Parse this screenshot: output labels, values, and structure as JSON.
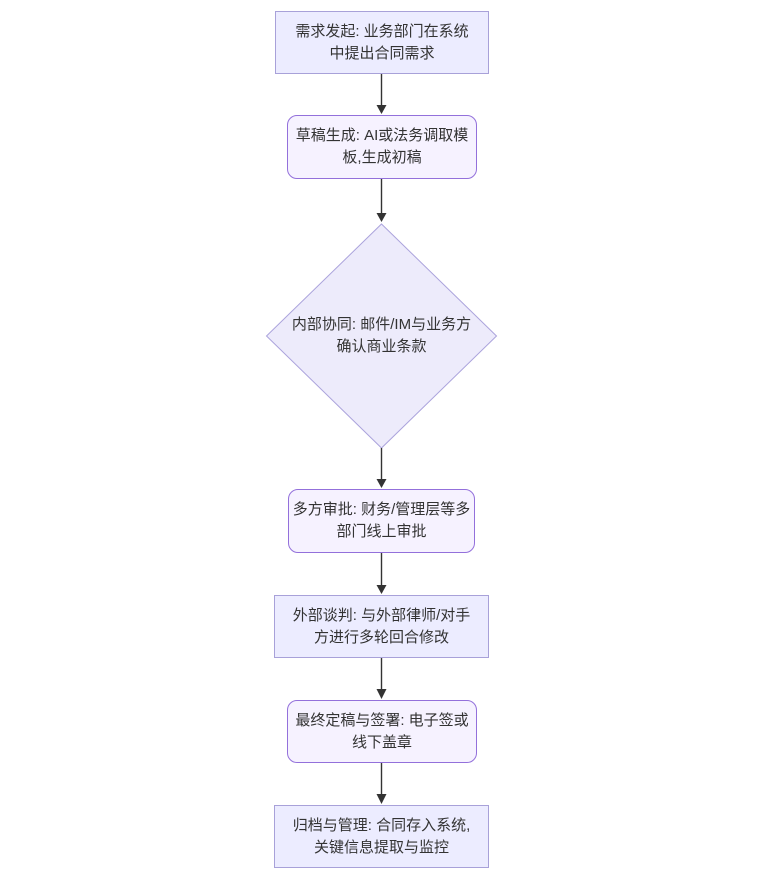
{
  "flowchart": {
    "title": "",
    "nodes": [
      {
        "key": "requirement_initiation",
        "shape": "rect",
        "lines": [
          "需求发起: 业务部门在系统",
          "中提出合同需求"
        ]
      },
      {
        "key": "draft_generation",
        "shape": "rounded",
        "lines": [
          "草稿生成: AI或法务调取模",
          "板,生成初稿"
        ]
      },
      {
        "key": "internal_collaboration",
        "shape": "diamond",
        "lines": [
          "内部协同: 邮件/IM与业务方",
          "确认商业条款"
        ]
      },
      {
        "key": "multi_party_approval",
        "shape": "rounded",
        "lines": [
          "多方审批: 财务/管理层等多",
          "部门线上审批"
        ]
      },
      {
        "key": "external_negotiation",
        "shape": "rect",
        "lines": [
          "外部谈判: 与外部律师/对手",
          "方进行多轮回合修改"
        ]
      },
      {
        "key": "final_sign_off",
        "shape": "rounded",
        "lines": [
          "最终定稿与签署: 电子签或",
          "线下盖章"
        ]
      },
      {
        "key": "archive_management",
        "shape": "rect",
        "lines": [
          "归档与管理: 合同存入系统,",
          "关键信息提取与监控"
        ]
      }
    ],
    "edges": [
      {
        "from": "requirement_initiation",
        "to": "draft_generation"
      },
      {
        "from": "draft_generation",
        "to": "internal_collaboration"
      },
      {
        "from": "internal_collaboration",
        "to": "multi_party_approval"
      },
      {
        "from": "multi_party_approval",
        "to": "external_negotiation"
      },
      {
        "from": "external_negotiation",
        "to": "final_sign_off"
      },
      {
        "from": "final_sign_off",
        "to": "archive_management"
      }
    ],
    "colors": {
      "rect_fill": "#ECECFF",
      "rect_border": "#A8A1D9",
      "rounded_fill": "#F6F2FF",
      "rounded_border": "#9370DB",
      "diamond_fill": "#EDEBFB",
      "diamond_border": "#ABA3DC",
      "line": "#333333",
      "text": "#333333",
      "background": "#FFFFFF"
    }
  }
}
